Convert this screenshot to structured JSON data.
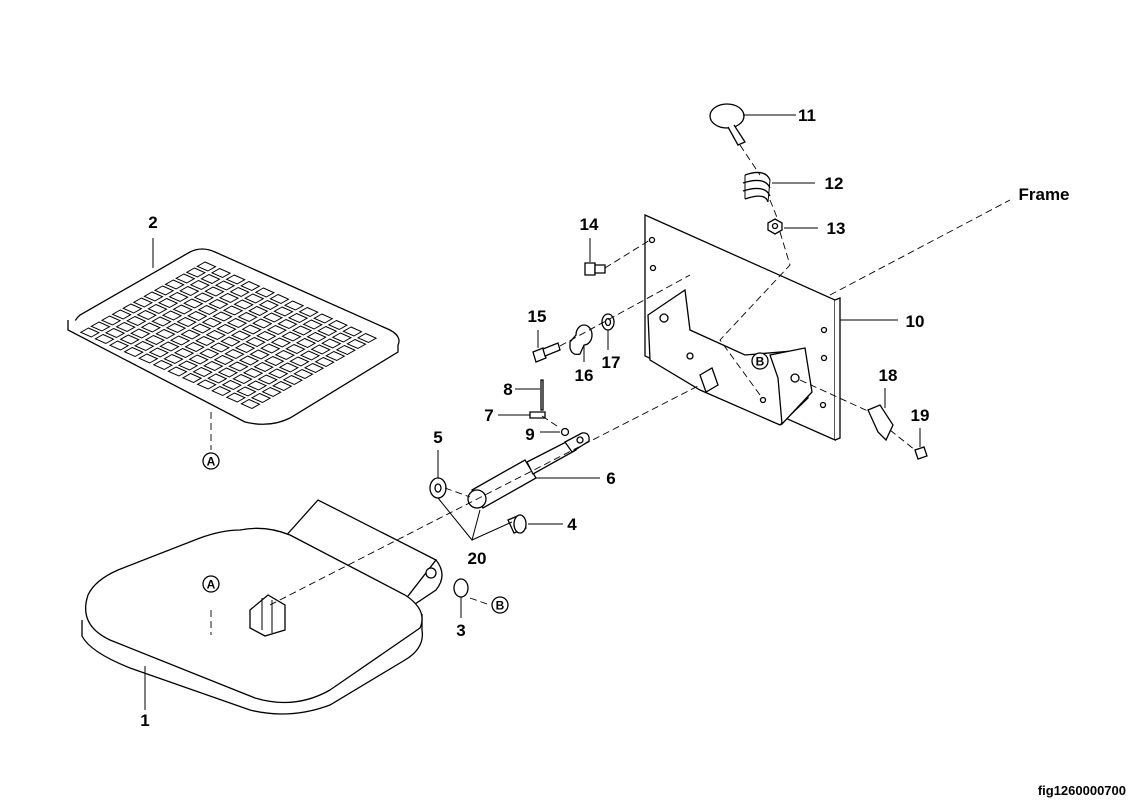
{
  "figure_id": "fig1260000700",
  "frame_label": "Frame",
  "callouts": [
    "1",
    "2",
    "3",
    "4",
    "5",
    "6",
    "7",
    "8",
    "9",
    "10",
    "11",
    "12",
    "13",
    "14",
    "15",
    "16",
    "17",
    "18",
    "19",
    "20"
  ],
  "ref_marks": {
    "a": "A",
    "b": "B"
  },
  "colors": {
    "line": "#000000",
    "background": "#ffffff"
  }
}
